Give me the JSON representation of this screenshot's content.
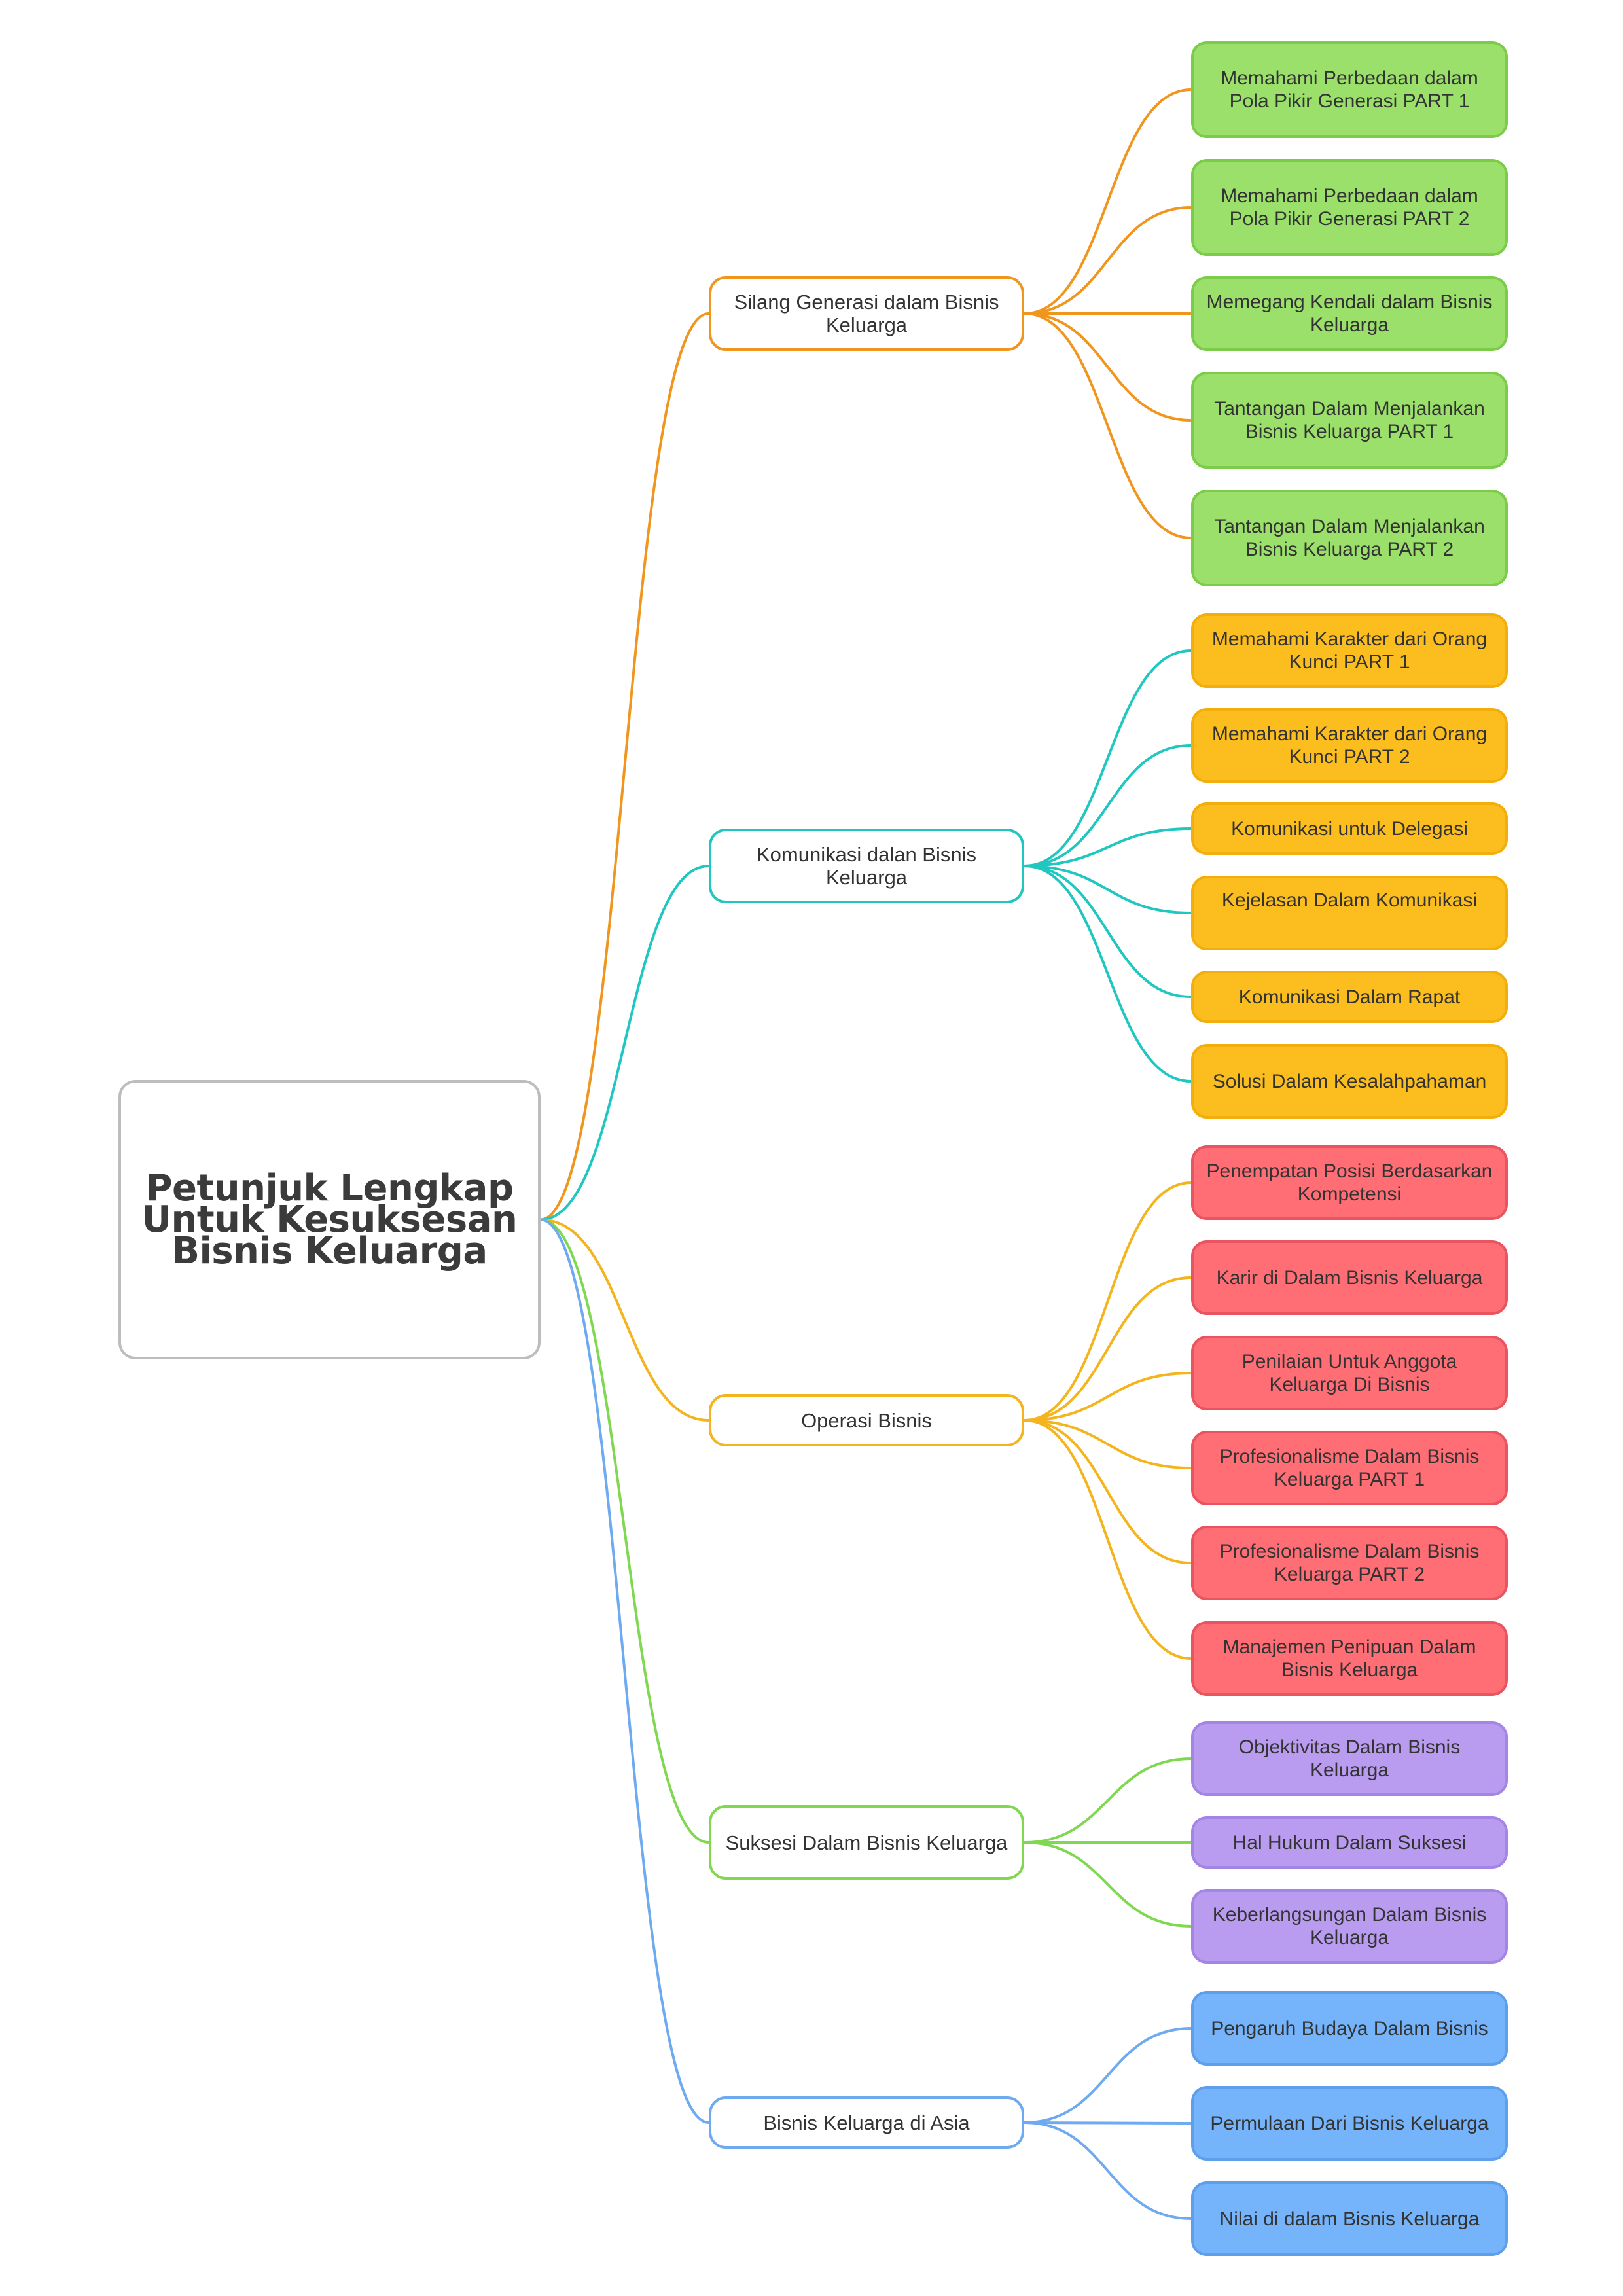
{
  "root": {
    "title": "Petunjuk Lengkap Untuk Kesuksesan Bisnis Keluarga"
  },
  "branches": [
    {
      "label": "Silang Generasi dalam Bisnis Keluarga",
      "line_color": "#F0961E",
      "leaf_fill": "#9BE06B",
      "leaf_border": "#7CCB4A",
      "leaves": [
        "Memahami Perbedaan dalam Pola Pikir Generasi PART 1",
        "Memahami Perbedaan dalam Pola Pikir Generasi PART 2",
        "Memegang Kendali dalam Bisnis Keluarga",
        "Tantangan Dalam Menjalankan Bisnis Keluarga PART 1",
        "Tantangan Dalam Menjalankan Bisnis Keluarga PART 2"
      ]
    },
    {
      "label": "Komunikasi dalan Bisnis Keluarga",
      "line_color": "#1FC7C0",
      "leaf_fill": "#FCBE1E",
      "leaf_border": "#F2AE0C",
      "leaves": [
        "Memahami Karakter dari Orang Kunci PART 1",
        "Memahami Karakter dari Orang Kunci PART 2",
        "Komunikasi untuk Delegasi",
        "Kejelasan Dalam Komunikasi",
        "Komunikasi Dalam Rapat",
        "Solusi Dalam Kesalahpahaman"
      ]
    },
    {
      "label": "Operasi Bisnis",
      "line_color": "#F4B41E",
      "leaf_fill": "#FF6D75",
      "leaf_border": "#E85560",
      "leaves": [
        "Penempatan Posisi Berdasarkan Kompetensi",
        "Karir di Dalam Bisnis Keluarga",
        "Penilaian Untuk Anggota Keluarga Di Bisnis",
        "Profesionalisme Dalam Bisnis Keluarga PART 1",
        "Profesionalisme Dalam Bisnis Keluarga PART 2",
        "Manajemen Penipuan Dalam Bisnis Keluarga"
      ]
    },
    {
      "label": "Suksesi Dalam Bisnis Keluarga",
      "line_color": "#7FD850",
      "leaf_fill": "#B99BF0",
      "leaf_border": "#A485E6",
      "leaves": [
        "Objektivitas Dalam Bisnis Keluarga",
        "Hal Hukum Dalam Suksesi",
        "Keberlangsungan Dalam Bisnis Keluarga"
      ]
    },
    {
      "label": "Bisnis Keluarga di Asia",
      "line_color": "#6EAAF0",
      "leaf_fill": "#75B4FA",
      "leaf_border": "#5E9FEB",
      "leaves": [
        "Pengaruh Budaya Dalam Bisnis",
        "Permulaan Dari Bisnis Keluarga",
        "Nilai di dalam Bisnis Keluarga"
      ]
    }
  ]
}
